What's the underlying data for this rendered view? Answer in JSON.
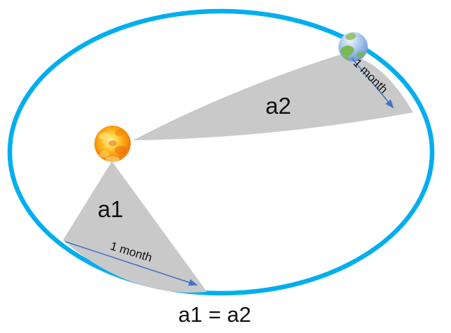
{
  "diagram": {
    "labels": {
      "area1": "a1",
      "area2": "a2",
      "interval_top": "1 month",
      "interval_bottom": "1 month",
      "equality": "a1 = a2"
    },
    "colors": {
      "orbit": "#00AEEF",
      "area_fill": "#C9C9C9",
      "arrow": "#4472C4",
      "text": "#111111"
    },
    "icons": {
      "sun": "sun-icon",
      "earth": "earth-icon"
    }
  }
}
